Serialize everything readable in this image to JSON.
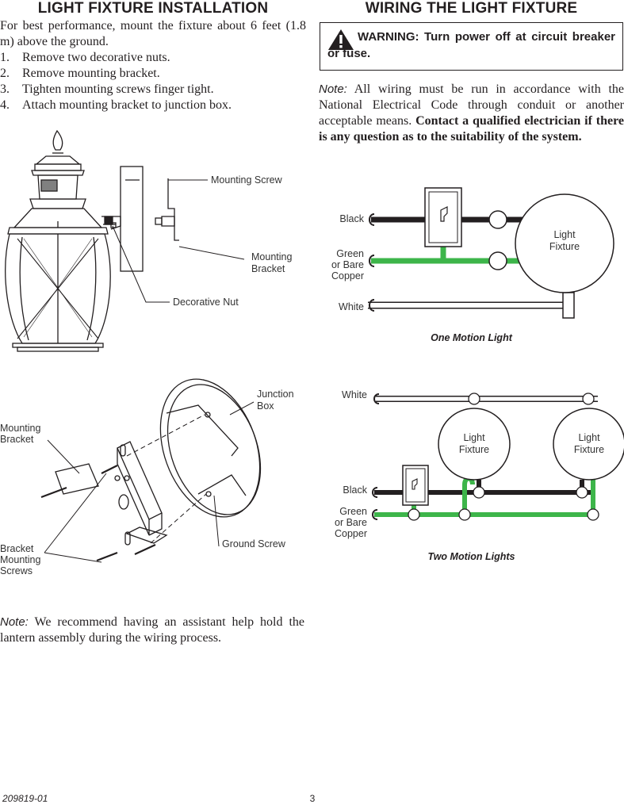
{
  "left": {
    "heading": "LIGHT FIXTURE INSTALLATION",
    "intro": "For best performance, mount the fixture about 6 feet (1.8 m) above the ground.",
    "steps": [
      {
        "num": "1.",
        "text": "Remove two decorative nuts."
      },
      {
        "num": "2.",
        "text": "Remove mounting bracket."
      },
      {
        "num": "3.",
        "text": "Tighten mounting screws finger tight."
      },
      {
        "num": "4.",
        "text": "Attach mounting bracket to junction box."
      }
    ],
    "fig1_labels": {
      "screw": "Mounting Screw",
      "bracket_1": "Mounting",
      "bracket_2": "Bracket",
      "nut": "Decorative Nut"
    },
    "fig2_labels": {
      "junction_1": "Junction",
      "junction_2": "Box",
      "mounting_1": "Mounting",
      "mounting_2": "Bracket",
      "screws_1": "Bracket",
      "screws_2": "Mounting",
      "screws_3": "Screws",
      "ground": "Ground Screw"
    },
    "note_label": "Note:",
    "note_text": "We recommend having an assistant help hold the lantern assembly during the wiring process."
  },
  "right": {
    "heading": "WIRING THE LIGHT FIXTURE",
    "warning": "WARNING: Turn power off at circuit breaker or fuse.",
    "note_label": "Note:",
    "note_text": "All wiring must be run in accordance with the National Electrical Code through conduit or another acceptable means.",
    "note_bold": "Contact a qualified electrician if there is any question as to the suitability of the system.",
    "one_light": {
      "black": "Black",
      "green_1": "Green",
      "green_2": "or Bare",
      "green_3": "Copper",
      "white": "White",
      "fixture_1": "Light",
      "fixture_2": "Fixture",
      "caption": "One Motion Light"
    },
    "two_lights": {
      "white": "White",
      "black": "Black",
      "green_1": "Green",
      "green_2": "or Bare",
      "green_3": "Copper",
      "fixture_a_1": "Light",
      "fixture_a_2": "Fixture",
      "fixture_b_1": "Light",
      "fixture_b_2": "Fixture",
      "caption": "Two Motion Lights"
    }
  },
  "footer": {
    "model": "209819-01",
    "page": "3"
  },
  "colors": {
    "green_wire": "#3db54a",
    "black_wire": "#231f20",
    "warning": "#231f20"
  }
}
